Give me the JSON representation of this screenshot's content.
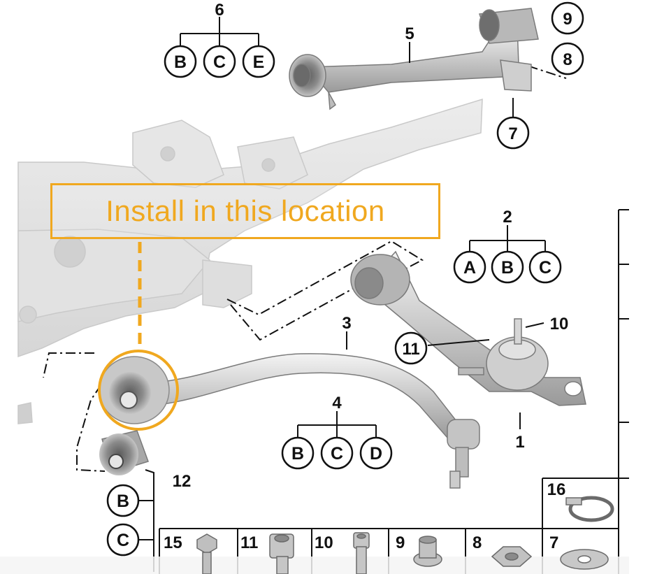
{
  "callout": {
    "text": "Install in this location",
    "color": "#f0a81f"
  },
  "labels": {
    "n1": "1",
    "n2": "2",
    "n3": "3",
    "n4": "4",
    "n5": "5",
    "n6": "6",
    "n7": "7",
    "n8": "8",
    "n9": "9",
    "n10": "10",
    "n11": "11",
    "n12": "12",
    "n16": "16"
  },
  "variant_groups": {
    "group6": [
      "B",
      "C",
      "E"
    ],
    "group2": [
      "A",
      "B",
      "C"
    ],
    "group4": [
      "B",
      "C",
      "D"
    ],
    "group12": [
      "B",
      "C"
    ]
  },
  "hardware_table": {
    "cells": [
      {
        "number": "15",
        "icon": "hex-flange-bolt-icon"
      },
      {
        "number": "11",
        "icon": "socket-head-bolt-icon"
      },
      {
        "number": "10",
        "icon": "socket-head-screw-icon"
      },
      {
        "number": "9",
        "icon": "flange-nut-icon"
      },
      {
        "number": "8",
        "icon": "hex-nut-icon"
      },
      {
        "number": "7",
        "icon": "washer-icon"
      }
    ],
    "clamp": {
      "number": "16",
      "icon": "hose-clamp-icon"
    }
  }
}
